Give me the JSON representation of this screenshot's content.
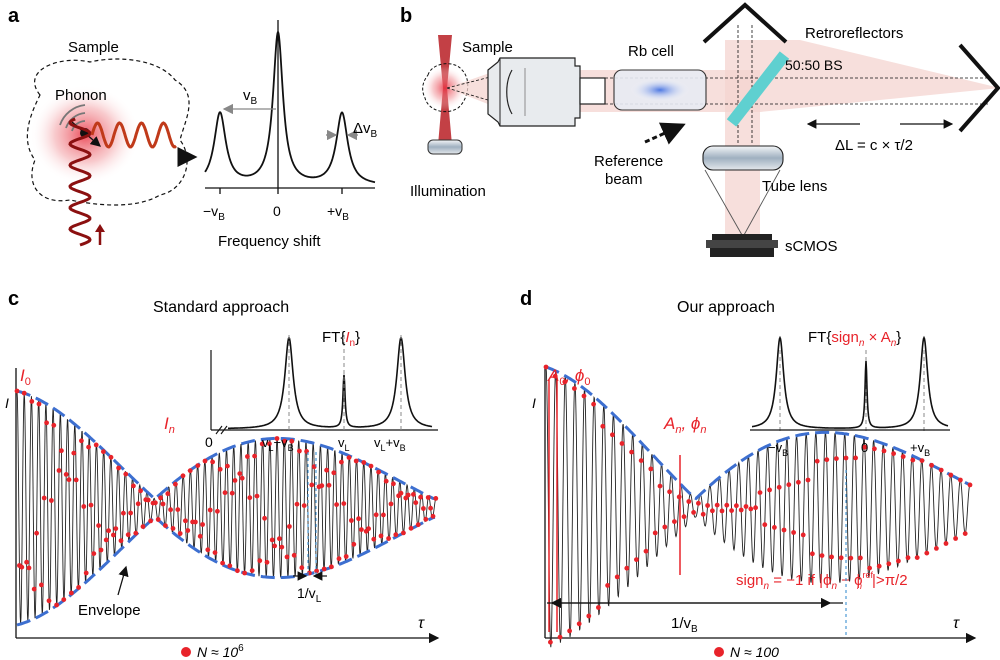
{
  "panels": {
    "a": {
      "letter": "a",
      "sample": "Sample",
      "phonon": "Phonon",
      "nu_b": "v",
      "nu_b_sub": "B",
      "delta_nu": "Δv",
      "delta_nu_sub": "B",
      "ticks": {
        "minus": "−v",
        "minus_sub": "B",
        "zero": "0",
        "plus": "+v",
        "plus_sub": "B"
      },
      "xlabel": "Frequency shift"
    },
    "b": {
      "letter": "b",
      "sample": "Sample",
      "illumination": "Illumination",
      "rb_cell": "Rb cell",
      "retroreflectors": "Retroreflectors",
      "bs": "50:50 BS",
      "reference_1": "Reference",
      "reference_2": "beam",
      "delta_l": "ΔL = c × τ/2",
      "tube_lens": "Tube lens",
      "scmos": "sCMOS"
    },
    "c": {
      "letter": "c",
      "title": "Standard approach",
      "ft_pre": "FT{",
      "ft_var": "I",
      "ft_sub": "n",
      "ft_post": "}",
      "y_label": "I",
      "i0": "I",
      "i0_sub": "0",
      "in": "I",
      "in_sub": "n",
      "envelope": "Envelope",
      "inset_zero": "0",
      "inset_t1": "v",
      "inset_t1_sub": "L",
      "inset_t1_mid": "−v",
      "inset_t1_sub2": "B",
      "inset_t2": "v",
      "inset_t2_sub": "L",
      "inset_t3": "v",
      "inset_t3_sub": "L",
      "inset_t3_mid": "+v",
      "inset_t3_sub2": "B",
      "period": "1/v",
      "period_sub": "L",
      "x_label": "τ",
      "n_text": "N ≈ 10",
      "n_sup": "6"
    },
    "d": {
      "letter": "d",
      "title": "Our approach",
      "ft_pre": "FT{",
      "ft_var": "sign",
      "ft_sub": "n",
      "ft_mid": " × A",
      "ft_sub2": "n",
      "ft_post": "}",
      "y_label": "I",
      "a0": "A",
      "a0_sub": "0",
      "a0_sep": ", ϕ",
      "a0_sub2": "0",
      "an": "A",
      "an_sub": "n",
      "an_sep": ", ϕ",
      "an_sub2": "n",
      "inset_t1": "−v",
      "inset_t1_sub": "B",
      "inset_t2": "0",
      "inset_t3": "+v",
      "inset_t3_sub": "B",
      "sign_rule": "sign",
      "sign_sub": "n",
      "sign_mid": " = −1 if |ϕ",
      "sign_sub2": "n",
      "sign_mid2": " − ϕ",
      "sign_sup": "ref",
      "sign_sub3": "n",
      "sign_end": "|>π/2",
      "period": "1/v",
      "period_sub": "B",
      "x_label": "τ",
      "n_text": "N ≈ 100"
    }
  },
  "colors": {
    "signal": "#222222",
    "samples": "#e8232a",
    "envelope": "#3d6fd0",
    "red_text": "#e8232a",
    "beam": "#f4d4d0",
    "dark_red": "#8b1010",
    "bs": "#5fd0d0",
    "rb_glow": "#4a7de0"
  }
}
